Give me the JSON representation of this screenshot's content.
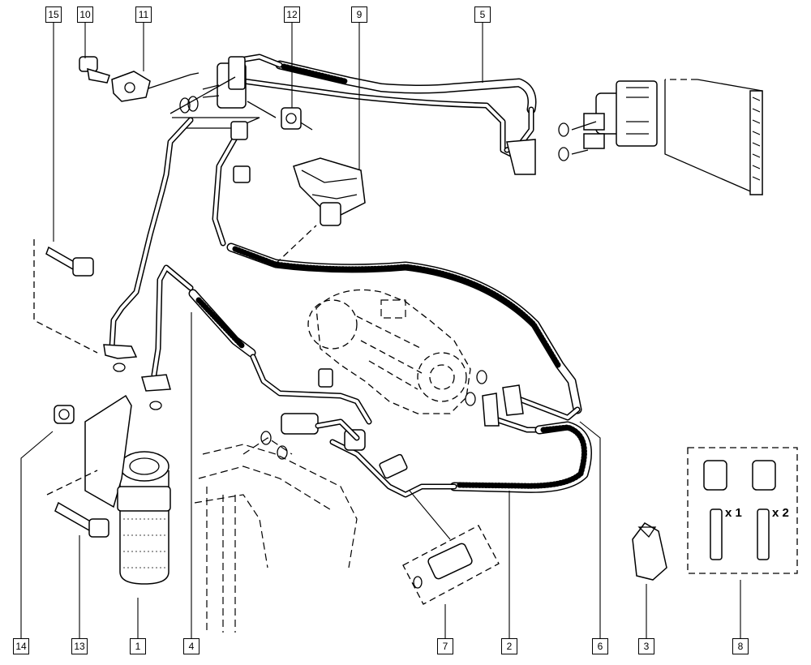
{
  "callouts": {
    "c15": "15",
    "c10": "10",
    "c11": "11",
    "c12": "12",
    "c9": "9",
    "c5": "5",
    "c14": "14",
    "c13": "13",
    "c1": "1",
    "c4": "4",
    "c7": "7",
    "c2": "2",
    "c6": "6",
    "c3": "3",
    "c8": "8"
  },
  "kit_quantities": {
    "valve_a": "x 1",
    "valve_b": "x 2"
  }
}
